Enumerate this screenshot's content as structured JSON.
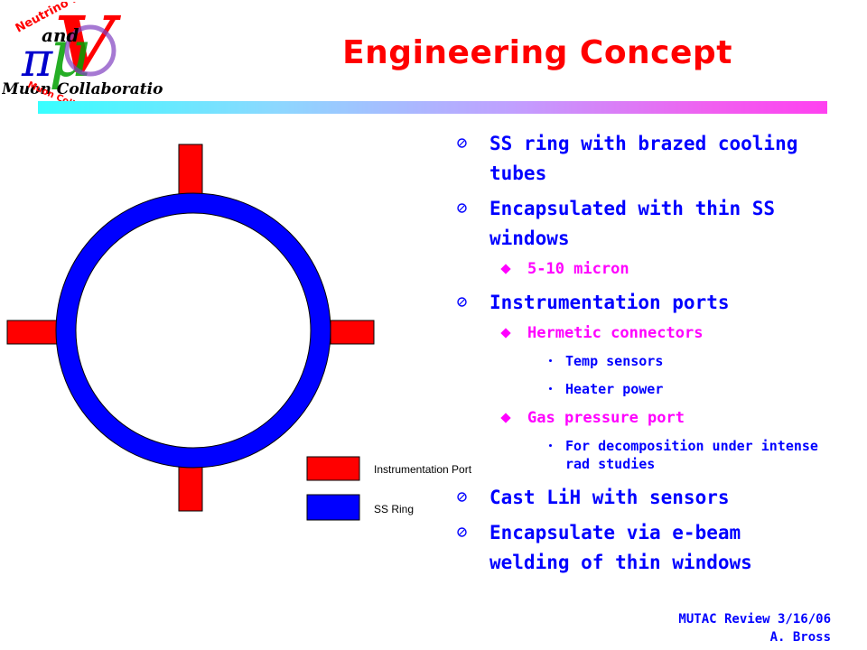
{
  "logo": {
    "line1": "Neutrino Factory",
    "line2": "and",
    "line3": "Muon Collaboration",
    "line4": "Muon Collider"
  },
  "title": "Engineering Concept",
  "colors": {
    "title": "#ff0000",
    "bullet_text": "#0000ff",
    "sub_bullet_text": "#ff00ff",
    "port": "#ff0000",
    "ring": "#0000ff"
  },
  "diagram": {
    "legend": [
      {
        "label": "Instrumentation Port",
        "color": "#ff0000"
      },
      {
        "label": "SS Ring",
        "color": "#0000ff"
      }
    ]
  },
  "bullets": [
    {
      "level": 1,
      "text": "SS ring with brazed cooling tubes"
    },
    {
      "level": 1,
      "text": "Encapsulated with thin SS windows"
    },
    {
      "level": 2,
      "text": "5-10 micron"
    },
    {
      "level": 1,
      "text": "Instrumentation ports"
    },
    {
      "level": 2,
      "text": "Hermetic connectors"
    },
    {
      "level": 3,
      "text": "Temp sensors"
    },
    {
      "level": 3,
      "text": "Heater power"
    },
    {
      "level": 2,
      "text": "Gas pressure port"
    },
    {
      "level": 3,
      "text": "For decomposition under intense rad studies"
    },
    {
      "level": 1,
      "text": "Cast LiH with sensors"
    },
    {
      "level": 1,
      "text": "Encapsulate via e-beam welding of thin windows"
    }
  ],
  "footer": {
    "line1": "MUTAC Review 3/16/06",
    "line2": "A. Bross"
  }
}
